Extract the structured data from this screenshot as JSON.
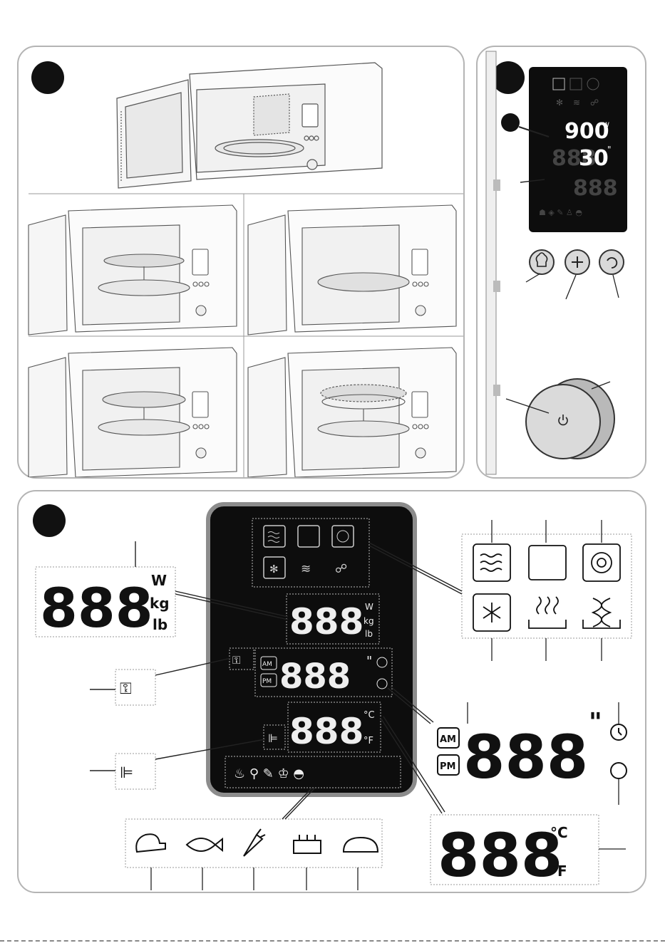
{
  "units": {
    "watt": "W",
    "kilogram": "kg",
    "pound": "lb"
  },
  "clock": {
    "am": "AM",
    "pm": "PM",
    "seconds_mark": "\""
  },
  "temperature": {
    "celsius": "°C",
    "fahrenheit": "°F"
  },
  "preview_display": {
    "power_value": "900",
    "power_unit": "W",
    "time_value": "30",
    "time_mark": "\""
  },
  "segment_placeholder": "888",
  "icons": {
    "modes": [
      "microwave-icon",
      "grill-icon",
      "convection-fan-icon",
      "defrost-icon",
      "steam-icon",
      "combi-icon"
    ],
    "food": [
      "chicken-icon",
      "fish-icon",
      "carrot-icon",
      "cake-icon",
      "bread-icon"
    ],
    "controls": [
      "chef-hat-icon",
      "plus-icon",
      "back-icon",
      "power-icon"
    ]
  },
  "colors": {
    "panel_border": "#b4b4b4",
    "display_bg": "#0d0d0d",
    "display_bezel": "#8c8c8c",
    "line": "#222222",
    "knob": "#d9d9d9"
  }
}
